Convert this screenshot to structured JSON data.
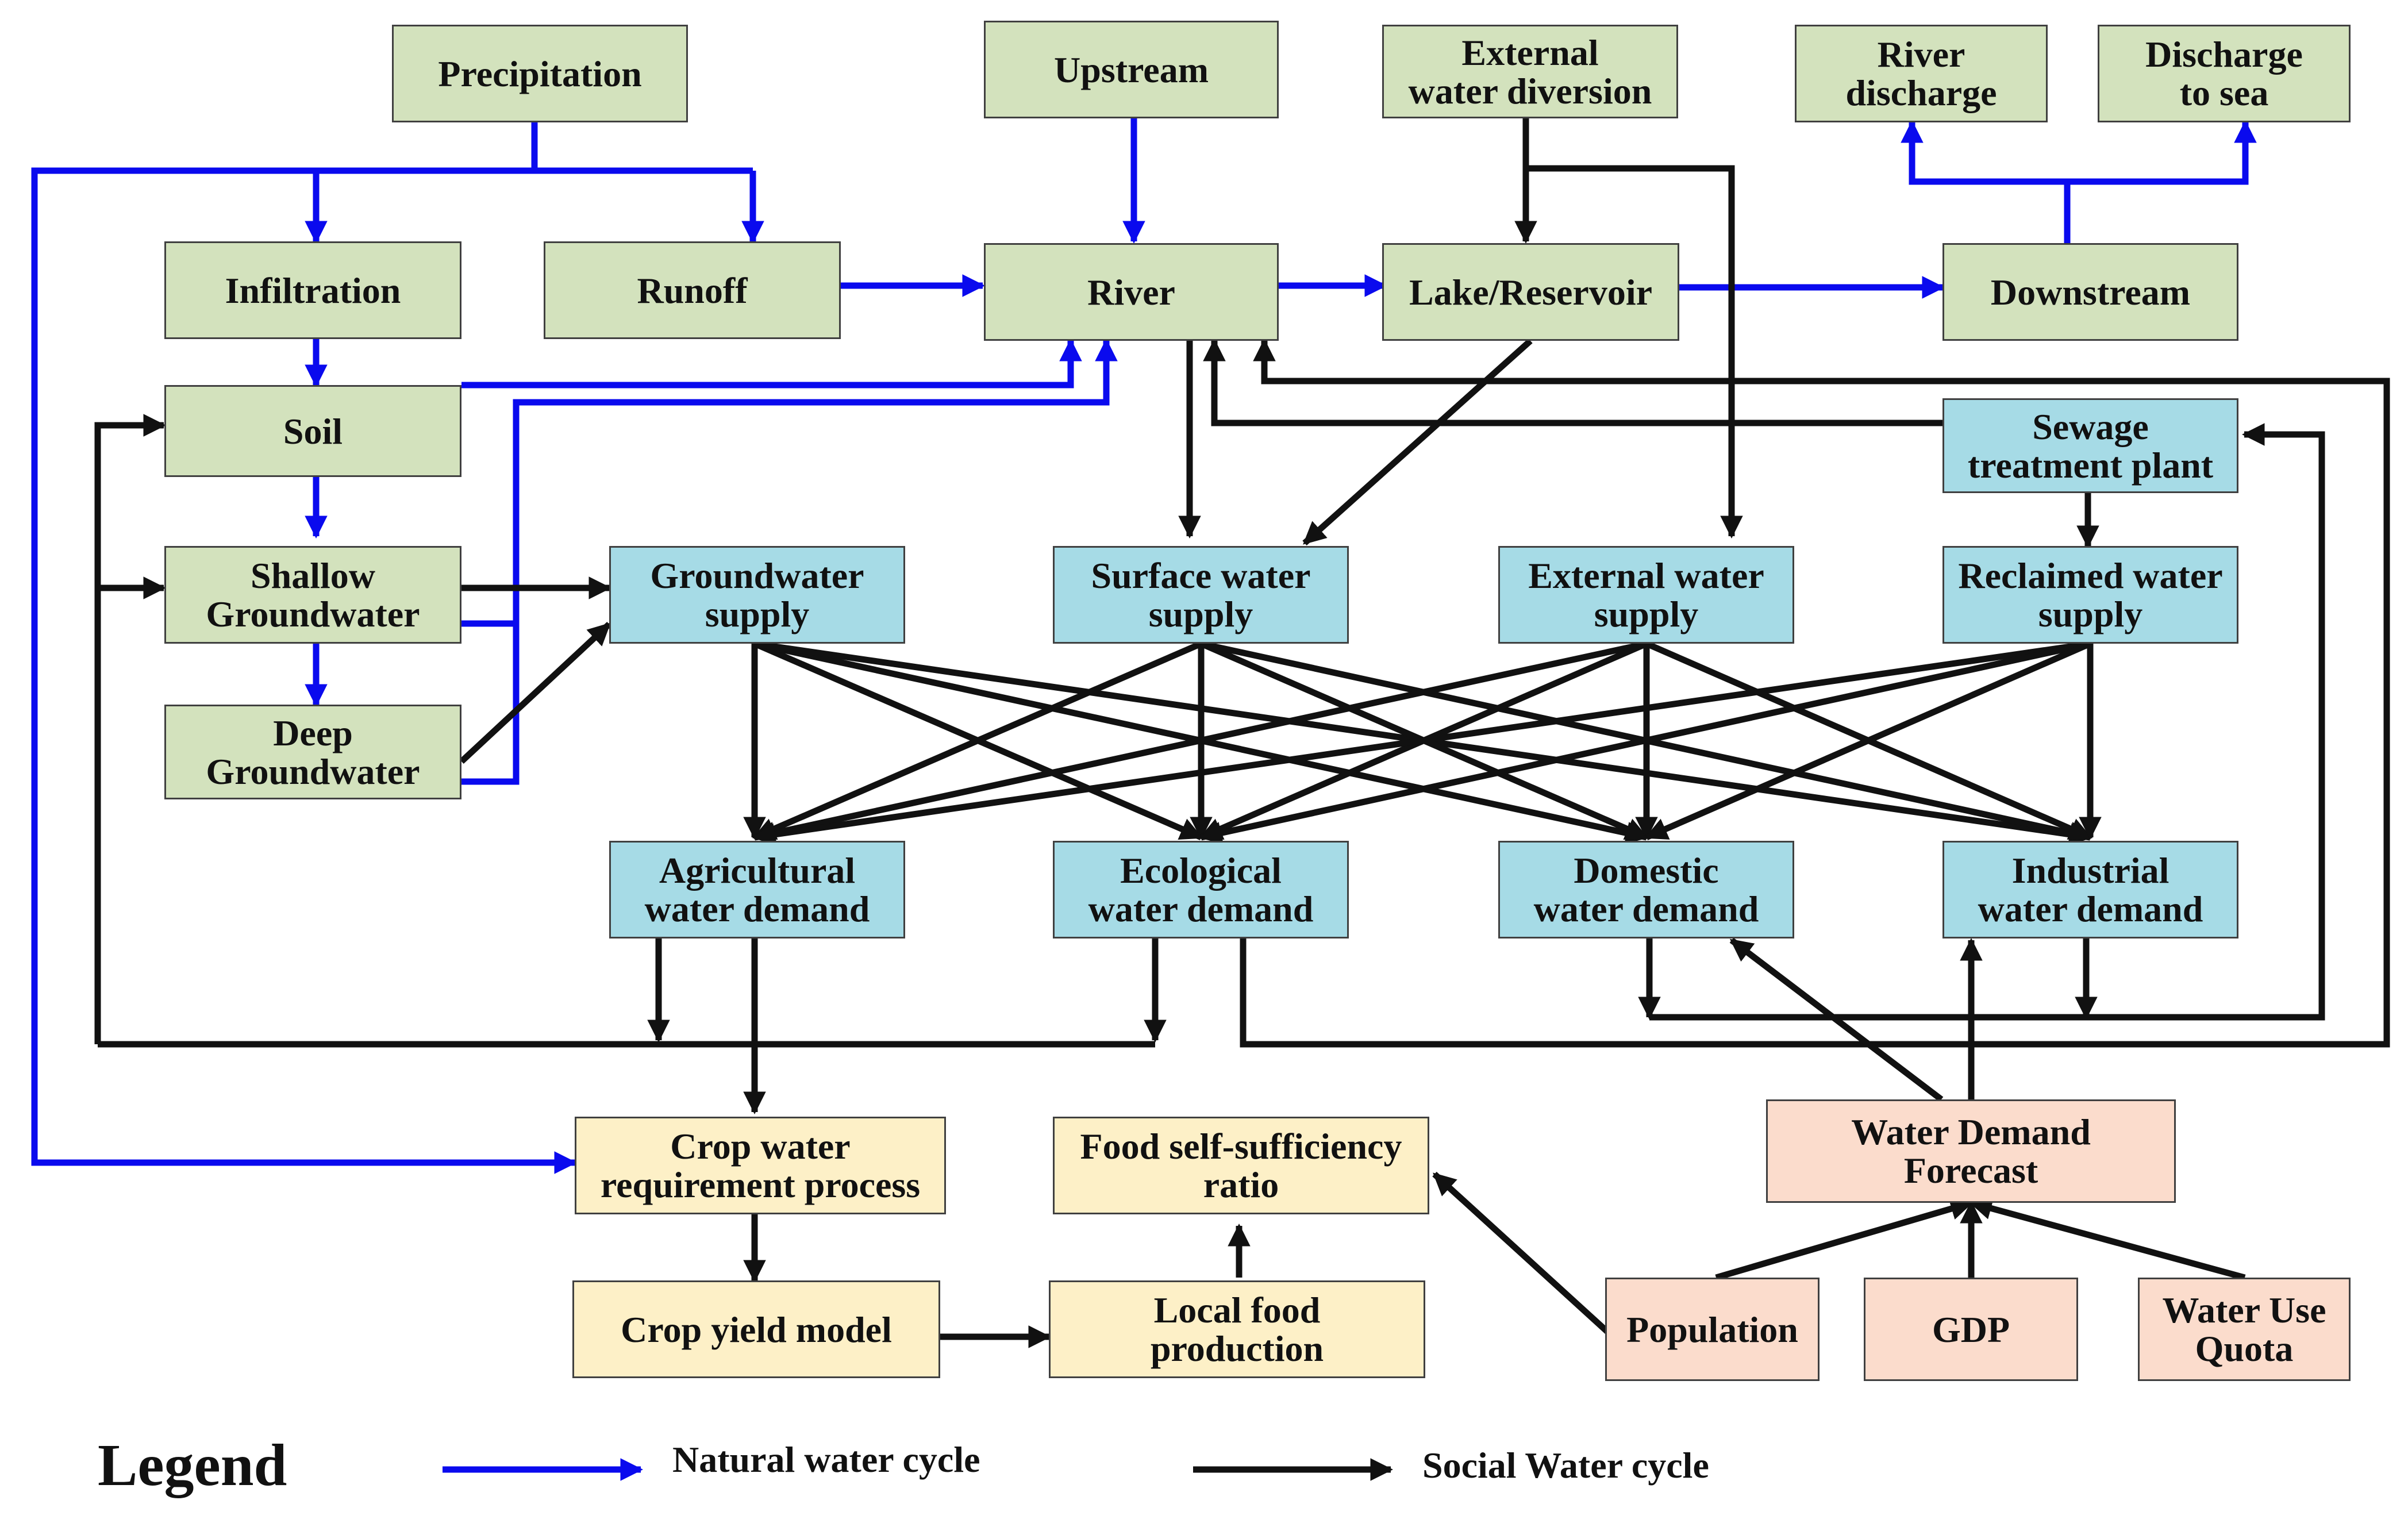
{
  "nodes": {
    "precipitation": "Precipitation",
    "upstream": "Upstream",
    "external_water_diversion": "External\nwater diversion",
    "river_discharge": "River\ndischarge",
    "discharge_to_sea": "Discharge\nto sea",
    "infiltration": "Infiltration",
    "runoff": "Runoff",
    "river": "River",
    "lake_reservoir": "Lake/Reservoir",
    "downstream": "Downstream",
    "soil": "Soil",
    "sewage_treatment_plant": "Sewage\ntreatment plant",
    "shallow_groundwater": "Shallow\nGroundwater",
    "deep_groundwater": "Deep\nGroundwater",
    "groundwater_supply": "Groundwater\nsupply",
    "surface_water_supply": "Surface water\nsupply",
    "external_water_supply": "External water\nsupply",
    "reclaimed_water_supply": "Reclaimed water\nsupply",
    "agricultural_water_demand": "Agricultural\nwater demand",
    "ecological_water_demand": "Ecological\nwater  demand",
    "domestic_water_demand": "Domestic\nwater demand",
    "industrial_water_demand": "Industrial\nwater demand",
    "crop_water_requirement_process": "Crop water\nrequirement  process",
    "food_self_sufficiency_ratio": "Food self-sufficiency\nratio",
    "water_demand_forecast": "Water Demand\nForecast",
    "crop_yield_model": "Crop yield model",
    "local_food_production": "Local food\nproduction",
    "population": "Population",
    "gdp": "GDP",
    "water_use_quota": "Water Use\nQuota"
  },
  "legend": {
    "title": "Legend",
    "natural": "Natural water cycle",
    "social": "Social Water cycle"
  },
  "colors": {
    "natural_cycle": "#0a0aee",
    "social_cycle": "#111111",
    "green_fill": "#d3e2bd",
    "blue_fill": "#a6dbe6",
    "yellow_fill": "#fdf0c7",
    "pink_fill": "#fbdccc"
  }
}
